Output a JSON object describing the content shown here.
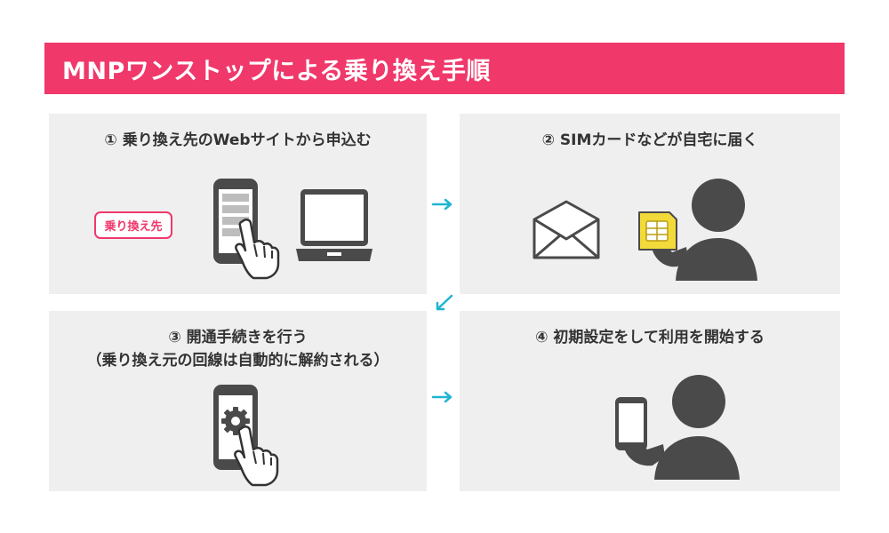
{
  "banner": {
    "title": "MNPワンストップによる乗り換え手順"
  },
  "steps": [
    {
      "number": "①",
      "title": "乗り換え先のWebサイトから申込む",
      "tag": "乗り換え先"
    },
    {
      "number": "②",
      "title": "SIMカードなどが自宅に届く"
    },
    {
      "number": "③",
      "title": "開通手続きを行う",
      "note": "（乗り換え元の回線は自動的に解約される）"
    },
    {
      "number": "④",
      "title": "初期設定をして利用を開始する"
    }
  ],
  "colors": {
    "accent": "#f0386b",
    "arrow": "#1fb5d1",
    "panel": "#efefef",
    "figure": "#4a4a4a",
    "sim": "#f3da3b"
  },
  "icons": [
    "smartphone-icon",
    "pointing-hand-icon",
    "laptop-icon",
    "envelope-icon",
    "sim-card-icon",
    "person-icon",
    "gear-icon"
  ]
}
